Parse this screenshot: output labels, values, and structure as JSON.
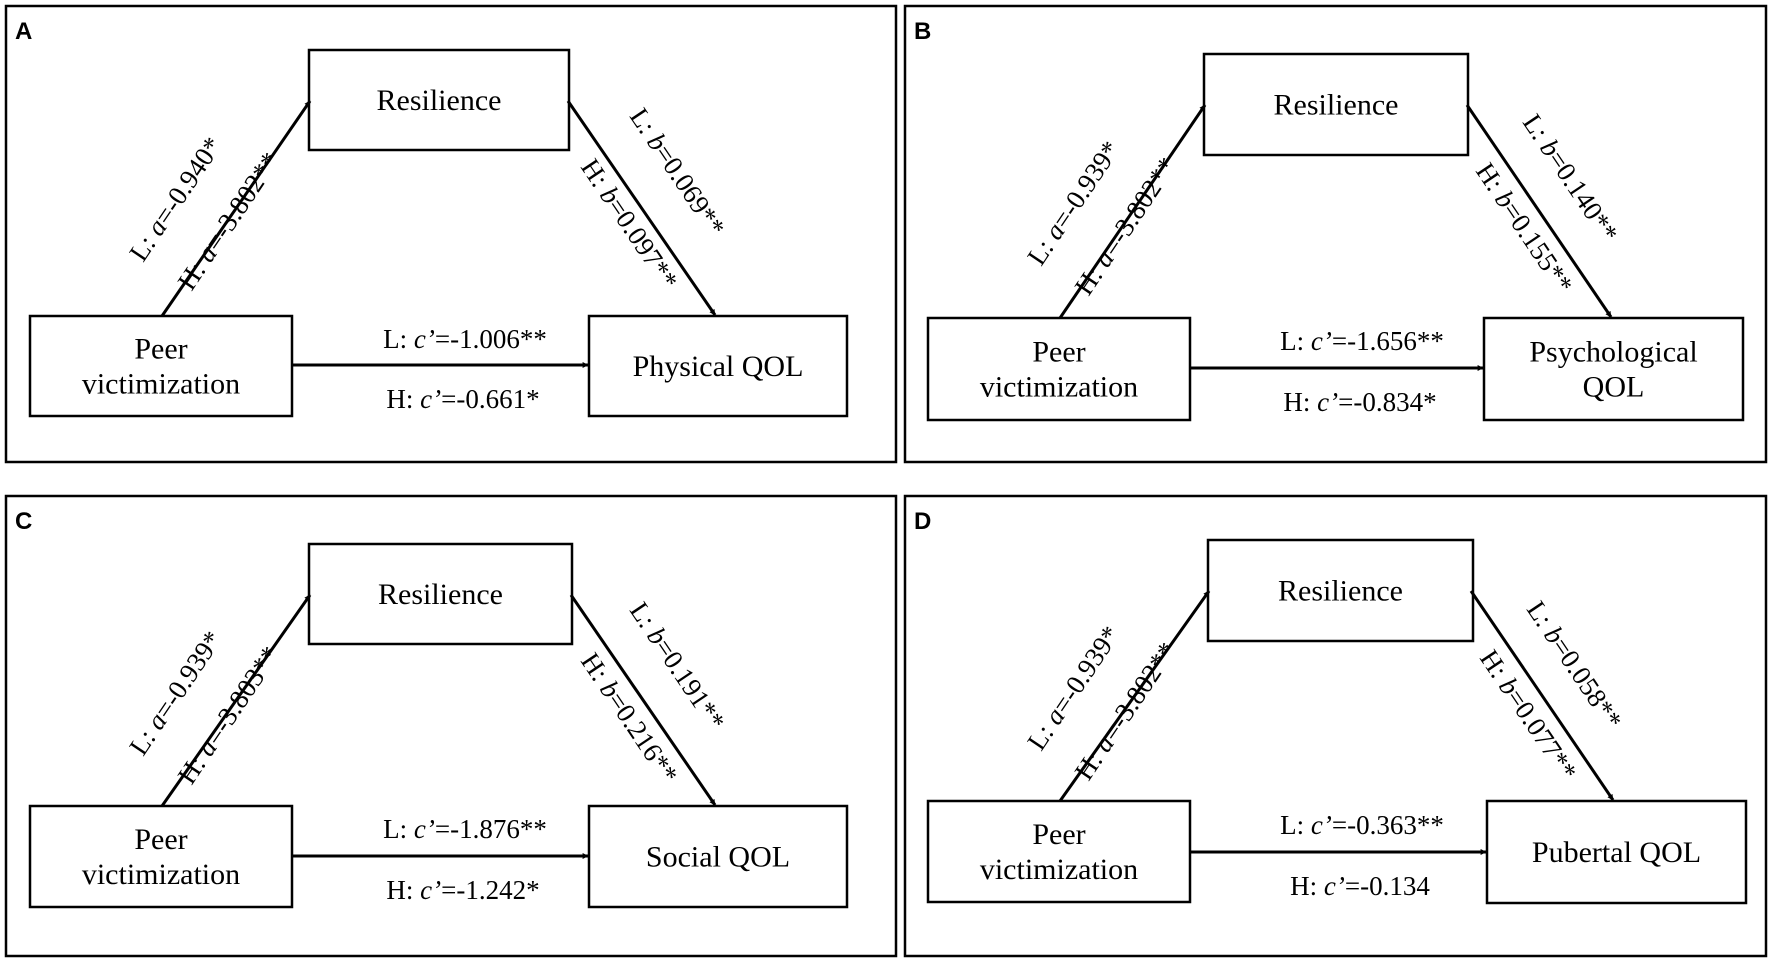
{
  "panels": [
    {
      "letter": "A",
      "mediator": "Resilience",
      "predictor": [
        "Peer",
        "victimization"
      ],
      "outcome": [
        "Physical QOL"
      ],
      "a_low": {
        "prefix": "L: ",
        "sym": "a",
        "val": "=-0.940*"
      },
      "a_high": {
        "prefix": "H: ",
        "sym": "a",
        "val": "=-3.802**"
      },
      "b_low": {
        "prefix": "L: ",
        "sym": "b",
        "val": "=0.069**"
      },
      "b_high": {
        "prefix": "H: ",
        "sym": "b",
        "val": "=0.097**"
      },
      "c_low": {
        "prefix": "L: ",
        "sym": "c’",
        "val": "=-1.006**"
      },
      "c_high": {
        "prefix": "H: ",
        "sym": "c’",
        "val": "=-0.661*"
      }
    },
    {
      "letter": "B",
      "mediator": "Resilience",
      "predictor": [
        "Peer",
        "victimization"
      ],
      "outcome": [
        "Psychological",
        "QOL"
      ],
      "a_low": {
        "prefix": "L: ",
        "sym": "a",
        "val": "=-0.939*"
      },
      "a_high": {
        "prefix": "H: ",
        "sym": "a",
        "val": "=-3.802**"
      },
      "b_low": {
        "prefix": "L: ",
        "sym": "b",
        "val": "=0.140**"
      },
      "b_high": {
        "prefix": "H: ",
        "sym": "b",
        "val": "=0.155**"
      },
      "c_low": {
        "prefix": "L: ",
        "sym": "c’",
        "val": "=-1.656**"
      },
      "c_high": {
        "prefix": "H: ",
        "sym": "c’",
        "val": "=-0.834*"
      }
    },
    {
      "letter": "C",
      "mediator": "Resilience",
      "predictor": [
        "Peer",
        "victimization"
      ],
      "outcome": [
        "Social QOL"
      ],
      "a_low": {
        "prefix": "L: ",
        "sym": "a",
        "val": "=-0.939*"
      },
      "a_high": {
        "prefix": "H: ",
        "sym": "a",
        "val": "=-3.803**"
      },
      "b_low": {
        "prefix": "L: ",
        "sym": "b",
        "val": "=0.191**"
      },
      "b_high": {
        "prefix": "H: ",
        "sym": "b",
        "val": "=0.216**"
      },
      "c_low": {
        "prefix": "L: ",
        "sym": "c’",
        "val": "=-1.876**"
      },
      "c_high": {
        "prefix": "H: ",
        "sym": "c’",
        "val": "=-1.242*"
      }
    },
    {
      "letter": "D",
      "mediator": "Resilience",
      "predictor": [
        "Peer",
        "victimization"
      ],
      "outcome": [
        "Pubertal QOL"
      ],
      "a_low": {
        "prefix": "L: ",
        "sym": "a",
        "val": "=-0.939*"
      },
      "a_high": {
        "prefix": "H: ",
        "sym": "a",
        "val": "=-3.802**"
      },
      "b_low": {
        "prefix": "L: ",
        "sym": "b",
        "val": "=0.058**"
      },
      "b_high": {
        "prefix": "H: ",
        "sym": "b",
        "val": "=0.077**"
      },
      "c_low": {
        "prefix": "L: ",
        "sym": "c’",
        "val": "=-0.363**"
      },
      "c_high": {
        "prefix": "H: ",
        "sym": "c’",
        "val": "=-0.134"
      }
    }
  ]
}
